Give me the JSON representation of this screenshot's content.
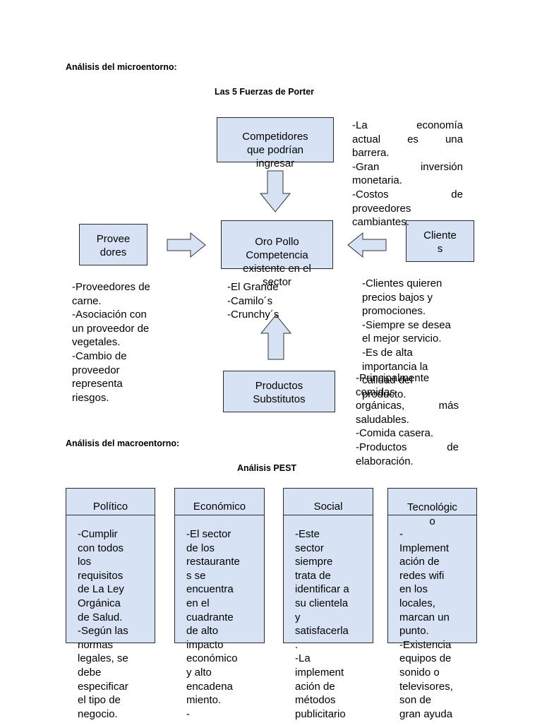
{
  "micro": {
    "heading": "Análisis del microentorno:",
    "subheading": "Las 5 Fuerzas de Porter",
    "boxes": {
      "competitors": [
        "Competidores",
        "que podrían",
        "ingresar"
      ],
      "center": [
        "Oro Pollo",
        "Competencia",
        "existente en el",
        "sector"
      ],
      "suppliers": [
        "Provee",
        "dores"
      ],
      "clients": [
        "Cliente",
        "s"
      ],
      "substitutes": [
        "Productos",
        "Substitutos"
      ]
    },
    "notes": {
      "entrants": [
        "-La economía",
        "actual es una",
        "barrera.",
        "-Gran inversión",
        "monetaria.",
        "-Costos de",
        "proveedores",
        "cambiantes."
      ],
      "suppliers": [
        "-Proveedores de",
        "carne.",
        "-Asociación con",
        "un proveedor de",
        "vegetales.",
        "-Cambio de",
        "proveedor",
        "representa",
        "riesgos."
      ],
      "rivals": [
        "-El Grande",
        "-Camilo´s",
        "-Crunchy´s"
      ],
      "clients": [
        "-Clientes quieren",
        "precios bajos y",
        "promociones.",
        "-Siempre se desea",
        "el mejor servicio.",
        "-Es de alta",
        "importancia la",
        "calidad del",
        "producto."
      ],
      "substitutes": [
        "-Principalmente",
        "comidas",
        "orgánicas, más",
        "saludables.",
        "-Comida casera.",
        "-Productos de",
        "elaboración."
      ]
    }
  },
  "macro": {
    "heading": "Análisis del macroentorno:",
    "subheading": "Análisis PEST",
    "columns": [
      {
        "title": [
          "Político"
        ],
        "lines": [
          "-Cumplir",
          "con todos",
          "los",
          "requisitos",
          "de La Ley",
          "Orgánica",
          "de Salud.",
          "-Según las",
          "normas",
          "legales, se",
          "debe",
          "especificar",
          "el tipo de",
          "negocio."
        ]
      },
      {
        "title": [
          "Económico"
        ],
        "lines": [
          "-El sector",
          "de los",
          "restaurante",
          "s se",
          "encuentra",
          "en el",
          "cuadrante",
          "de alto",
          "impacto",
          "económico",
          "y alto",
          "encadena",
          "miento.",
          "-"
        ]
      },
      {
        "title": [
          "Social"
        ],
        "lines": [
          "-Este",
          "sector",
          "siempre",
          "trata de",
          "identificar a",
          "su clientela",
          "y",
          "satisfacerla",
          ".",
          "-La",
          "implement",
          "ación de",
          "métodos",
          "publicitario"
        ]
      },
      {
        "title": [
          "Tecnológic",
          "o"
        ],
        "lines": [
          "-",
          "Implement",
          "ación de",
          "redes wifi",
          "en los",
          "locales,",
          "marcan un",
          "punto.",
          "-Existencia",
          "equipos de",
          "sonido o",
          "televisores,",
          "son de",
          "gran ayuda"
        ]
      }
    ]
  }
}
